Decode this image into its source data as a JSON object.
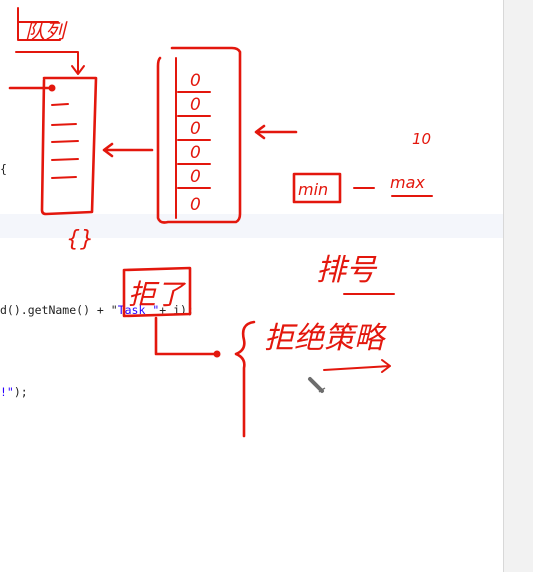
{
  "editor": {
    "code_lines": [
      {
        "pre": "{",
        "str": "",
        "post": ""
      },
      {
        "pre": "d().getName() + \"",
        "str": "Task \"",
        "post": "+ i);"
      },
      {
        "pre": "",
        "str": "!\"",
        "post": ");"
      }
    ]
  },
  "annotations": {
    "queue_label": "队列",
    "brace_label": "{}",
    "reject_label": "拒了",
    "min_label": "min",
    "max_label": "max",
    "number_label": "10",
    "queue_number_label": "排号",
    "reject_policy_label": "拒绝策略",
    "pool_cells": [
      "0",
      "0",
      "0",
      "0",
      "0",
      "0"
    ],
    "ink_color": "#e3170d"
  },
  "cursor": {
    "icon": "pen-cursor-icon"
  }
}
